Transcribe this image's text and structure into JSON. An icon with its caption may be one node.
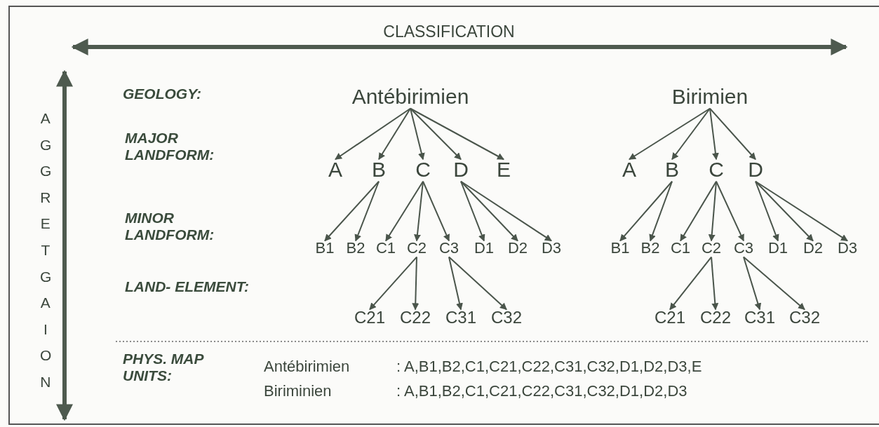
{
  "diagram": {
    "nodes": [
      {
        "text": [
          "Antébirimien"
        ]
      },
      {
        "text": [
          "A"
        ]
      },
      {
        "text": [
          "B"
        ]
      },
      {
        "text": [
          "C"
        ]
      },
      {
        "text": [
          "D"
        ]
      },
      {
        "text": [
          "E"
        ]
      },
      {
        "text": [
          "B1"
        ]
      },
      {
        "text": [
          "B2"
        ]
      },
      {
        "text": [
          "C1"
        ]
      },
      {
        "text": [
          "C2"
        ]
      },
      {
        "text": [
          "C3"
        ]
      },
      {
        "text": [
          "D1"
        ]
      },
      {
        "text": [
          "D2"
        ]
      },
      {
        "text": [
          "D3"
        ]
      },
      {
        "text": [
          "C21"
        ]
      },
      {
        "text": [
          "C22"
        ]
      },
      {
        "text": [
          "C31"
        ]
      },
      {
        "text": [
          "C32"
        ]
      },
      {
        "text": [
          "Birimien"
        ]
      },
      {
        "text": [
          "A"
        ]
      },
      {
        "text": [
          "B"
        ]
      },
      {
        "text": [
          "C"
        ]
      },
      {
        "text": [
          "D"
        ]
      },
      {
        "text": [
          "B1"
        ]
      },
      {
        "text": [
          "B2"
        ]
      },
      {
        "text": [
          "C1"
        ]
      },
      {
        "text": [
          "C2"
        ]
      },
      {
        "text": [
          "C3"
        ]
      },
      {
        "text": [
          "D1"
        ]
      },
      {
        "text": [
          "D2"
        ]
      },
      {
        "text": [
          "D3"
        ]
      },
      {
        "text": [
          "C21"
        ]
      },
      {
        "text": [
          "C22"
        ]
      },
      {
        "text": [
          "C31"
        ]
      },
      {
        "text": [
          "C32"
        ]
      }
    ],
    "edges": [
      {
        "from": 0,
        "to": 1,
        "arrow": "to"
      },
      {
        "from": 0,
        "to": 2,
        "arrow": "to"
      },
      {
        "from": 0,
        "to": 3,
        "arrow": "to"
      },
      {
        "from": 0,
        "to": 4,
        "arrow": "to"
      },
      {
        "from": 0,
        "to": 5,
        "arrow": "to"
      },
      {
        "from": 2,
        "to": 6,
        "arrow": "to"
      },
      {
        "from": 2,
        "to": 7,
        "arrow": "to"
      },
      {
        "from": 3,
        "to": 8,
        "arrow": "to"
      },
      {
        "from": 3,
        "to": 9,
        "arrow": "to"
      },
      {
        "from": 3,
        "to": 10,
        "arrow": "to"
      },
      {
        "from": 4,
        "to": 11,
        "arrow": "to"
      },
      {
        "from": 4,
        "to": 12,
        "arrow": "to"
      },
      {
        "from": 4,
        "to": 13,
        "arrow": "to"
      },
      {
        "from": 9,
        "to": 14,
        "arrow": "to"
      },
      {
        "from": 9,
        "to": 15,
        "arrow": "to"
      },
      {
        "from": 10,
        "to": 16,
        "arrow": "to"
      },
      {
        "from": 10,
        "to": 17,
        "arrow": "to"
      },
      {
        "from": 18,
        "to": 19,
        "arrow": "to"
      },
      {
        "from": 18,
        "to": 20,
        "arrow": "to"
      },
      {
        "from": 18,
        "to": 21,
        "arrow": "to"
      },
      {
        "from": 18,
        "to": 22,
        "arrow": "to"
      },
      {
        "from": 20,
        "to": 23,
        "arrow": "to"
      },
      {
        "from": 20,
        "to": 24,
        "arrow": "to"
      },
      {
        "from": 21,
        "to": 25,
        "arrow": "to"
      },
      {
        "from": 21,
        "to": 26,
        "arrow": "to"
      },
      {
        "from": 21,
        "to": 27,
        "arrow": "to"
      },
      {
        "from": 22,
        "to": 28,
        "arrow": "to"
      },
      {
        "from": 22,
        "to": 29,
        "arrow": "to"
      },
      {
        "from": 22,
        "to": 30,
        "arrow": "to"
      },
      {
        "from": 26,
        "to": 31,
        "arrow": "to"
      },
      {
        "from": 26,
        "to": 32,
        "arrow": "to"
      },
      {
        "from": 27,
        "to": 33,
        "arrow": "to"
      },
      {
        "from": 27,
        "to": 34,
        "arrow": "to"
      }
    ],
    "labels": [
      "CLASSIFICATION",
      "AGGRETGAION",
      "GEOLOGY:",
      "MAJOR LANDFORM:",
      "MINOR LANDFORM:",
      "LAND- ELEMENT:",
      "PHYS. MAP UNITS:",
      "Antébirimien",
      ": A,B1,B2,C1,C21,C22,C31,C32,D1,D2,D3,E",
      "Biriminien",
      ": A,B1,B2,C1,C21,C22,C31,C32,D1,D2,D3"
    ]
  }
}
